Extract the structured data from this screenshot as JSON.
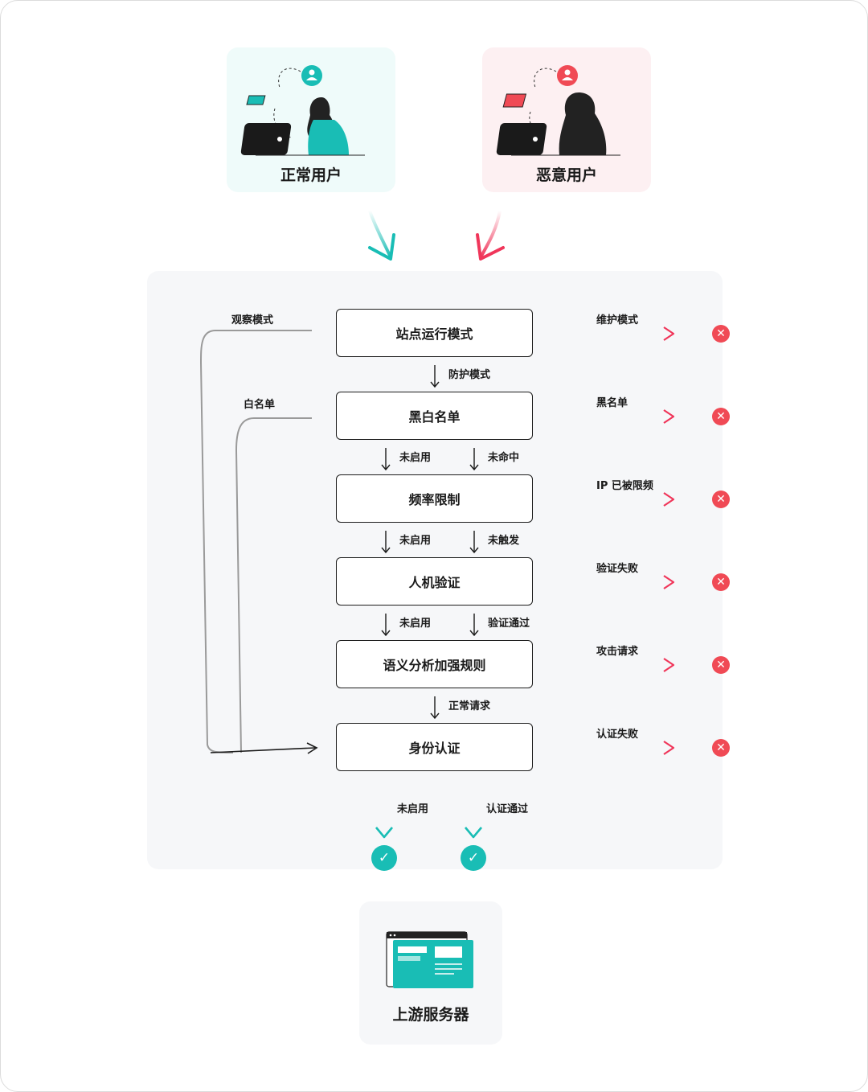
{
  "users": {
    "normal": {
      "label": "正常用户"
    },
    "malicious": {
      "label": "恶意用户"
    }
  },
  "steps": [
    {
      "label": "站点运行模式",
      "left": "观察模式",
      "right": "维护模式",
      "down": [
        "防护模式"
      ]
    },
    {
      "label": "黑白名单",
      "left": "白名单",
      "right": "黑名单",
      "down": [
        "未启用",
        "未命中"
      ]
    },
    {
      "label": "频率限制",
      "right": "IP 已被限频",
      "down": [
        "未启用",
        "未触发"
      ]
    },
    {
      "label": "人机验证",
      "right": "验证失败",
      "down": [
        "未启用",
        "验证通过"
      ]
    },
    {
      "label": "语义分析加强规则",
      "right": "攻击请求",
      "down": [
        "正常请求"
      ]
    },
    {
      "label": "身份认证",
      "right": "认证失败",
      "down": [
        "未启用",
        "认证通过"
      ]
    }
  ],
  "upstream": {
    "label": "上游服务器"
  },
  "colors": {
    "teal": "#19bdb5",
    "red": "#f04a55",
    "panel": "#f6f7f9"
  },
  "icons": {
    "reject": "x-circle-icon",
    "accept": "check-circle-icon"
  }
}
